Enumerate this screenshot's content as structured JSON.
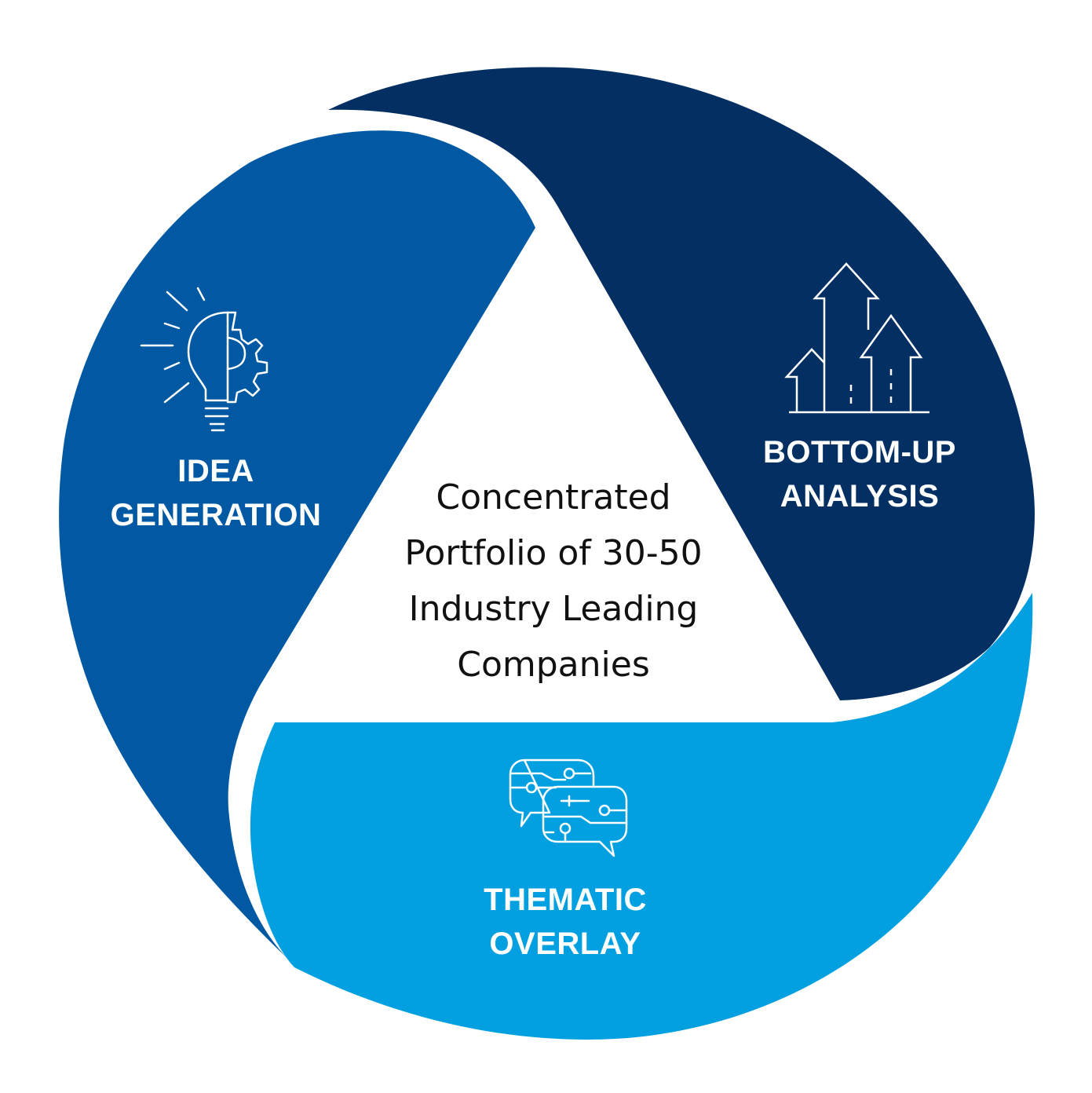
{
  "colors": {
    "idea_generation": "#0059a2",
    "bottom_up": "#032f63",
    "thematic": "#02a0e1",
    "center": "#ffffff",
    "icon_stroke": "#ffffff"
  },
  "segments": {
    "idea": {
      "line1": "IDEA",
      "line2": "GENERATION",
      "icon": "lightbulb-gear-icon"
    },
    "bottom_up": {
      "line1": "BOTTOM-UP",
      "line2": "ANALYSIS",
      "icon": "rising-arrows-icon"
    },
    "thematic": {
      "line1": "THEMATIC",
      "line2": "OVERLAY",
      "icon": "chat-bubbles-circuit-icon"
    }
  },
  "center": {
    "line1": "Concentrated",
    "line2": "Portfolio of 30-50",
    "line3": "Industry Leading",
    "line4": "Companies"
  }
}
